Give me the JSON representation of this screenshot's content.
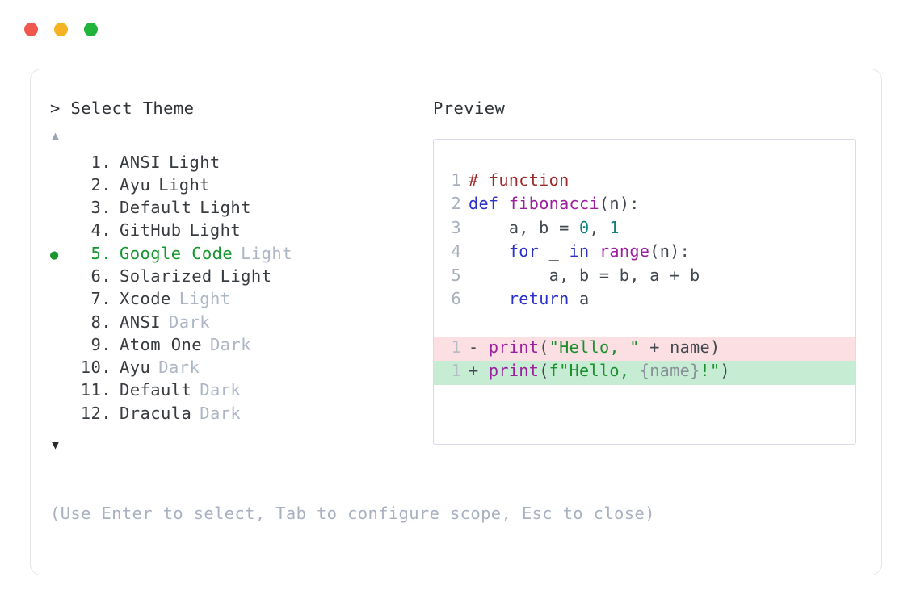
{
  "window": {
    "dots": [
      {
        "name": "close-dot",
        "color": "#f0584f"
      },
      {
        "name": "minimize-dot",
        "color": "#f5b324"
      },
      {
        "name": "maximize-dot",
        "color": "#22b33d"
      }
    ]
  },
  "colors": {
    "accent_green": "#17952e",
    "muted": "#aeb6c6",
    "text": "#383c40",
    "border": "#e3e5e9",
    "panel_border": "#d7dce6",
    "diff_removed_bg": "#fbdfe2",
    "diff_added_bg": "#c7ecd4"
  },
  "left": {
    "prompt_caret": ">",
    "prompt_title": "Select Theme",
    "scroll_up": "▲",
    "scroll_down": "▼",
    "selected_bullet": "●",
    "themes": [
      {
        "index": "1.",
        "name": "ANSI",
        "variant": "Light",
        "variant_muted": false,
        "selected": false
      },
      {
        "index": "2.",
        "name": "Ayu",
        "variant": "Light",
        "variant_muted": false,
        "selected": false
      },
      {
        "index": "3.",
        "name": "Default",
        "variant": "Light",
        "variant_muted": false,
        "selected": false
      },
      {
        "index": "4.",
        "name": "GitHub",
        "variant": "Light",
        "variant_muted": false,
        "selected": false
      },
      {
        "index": "5.",
        "name": "Google Code",
        "variant": "Light",
        "variant_muted": true,
        "selected": true
      },
      {
        "index": "6.",
        "name": "Solarized",
        "variant": "Light",
        "variant_muted": false,
        "selected": false
      },
      {
        "index": "7.",
        "name": "Xcode",
        "variant": "Light",
        "variant_muted": true,
        "selected": false
      },
      {
        "index": "8.",
        "name": "ANSI",
        "variant": "Dark",
        "variant_muted": true,
        "selected": false
      },
      {
        "index": "9.",
        "name": "Atom One",
        "variant": "Dark",
        "variant_muted": true,
        "selected": false
      },
      {
        "index": "10.",
        "name": "Ayu",
        "variant": "Dark",
        "variant_muted": true,
        "selected": false
      },
      {
        "index": "11.",
        "name": "Default",
        "variant": "Dark",
        "variant_muted": true,
        "selected": false
      },
      {
        "index": "12.",
        "name": "Dracula",
        "variant": "Dark",
        "variant_muted": true,
        "selected": false
      }
    ],
    "footer_hint": "(Use Enter to select, Tab to configure scope, Esc to close)"
  },
  "right": {
    "preview_label": "Preview",
    "code_lines": [
      {
        "ln": "1",
        "tokens": [
          {
            "t": "# function",
            "c": "comment"
          }
        ]
      },
      {
        "ln": "2",
        "tokens": [
          {
            "t": "def ",
            "c": "keyword"
          },
          {
            "t": "fibonacci",
            "c": "func"
          },
          {
            "t": "(n):",
            "c": "plain"
          }
        ]
      },
      {
        "ln": "3",
        "tokens": [
          {
            "t": "    a, b = ",
            "c": "plain"
          },
          {
            "t": "0",
            "c": "number"
          },
          {
            "t": ", ",
            "c": "plain"
          },
          {
            "t": "1",
            "c": "number"
          }
        ]
      },
      {
        "ln": "4",
        "tokens": [
          {
            "t": "    ",
            "c": "plain"
          },
          {
            "t": "for",
            "c": "keyword"
          },
          {
            "t": " _ ",
            "c": "plain"
          },
          {
            "t": "in",
            "c": "keyword"
          },
          {
            "t": " ",
            "c": "plain"
          },
          {
            "t": "range",
            "c": "builtin"
          },
          {
            "t": "(n):",
            "c": "plain"
          }
        ]
      },
      {
        "ln": "5",
        "tokens": [
          {
            "t": "        a, b = b, a + b",
            "c": "plain"
          }
        ]
      },
      {
        "ln": "6",
        "tokens": [
          {
            "t": "    ",
            "c": "plain"
          },
          {
            "t": "return",
            "c": "keyword"
          },
          {
            "t": " a",
            "c": "plain"
          }
        ]
      }
    ],
    "diff_lines": [
      {
        "ln": "1",
        "marker": "-",
        "kind": "removed",
        "tokens": [
          {
            "t": "print",
            "c": "func"
          },
          {
            "t": "(",
            "c": "plain"
          },
          {
            "t": "\"Hello, \"",
            "c": "string"
          },
          {
            "t": " + name)",
            "c": "plain"
          }
        ]
      },
      {
        "ln": "1",
        "marker": "+",
        "kind": "added",
        "tokens": [
          {
            "t": "print",
            "c": "func"
          },
          {
            "t": "(",
            "c": "plain"
          },
          {
            "t": "f\"Hello, ",
            "c": "string"
          },
          {
            "t": "{name}",
            "c": "brace"
          },
          {
            "t": "!\"",
            "c": "string"
          },
          {
            "t": ")",
            "c": "plain"
          }
        ]
      }
    ]
  }
}
